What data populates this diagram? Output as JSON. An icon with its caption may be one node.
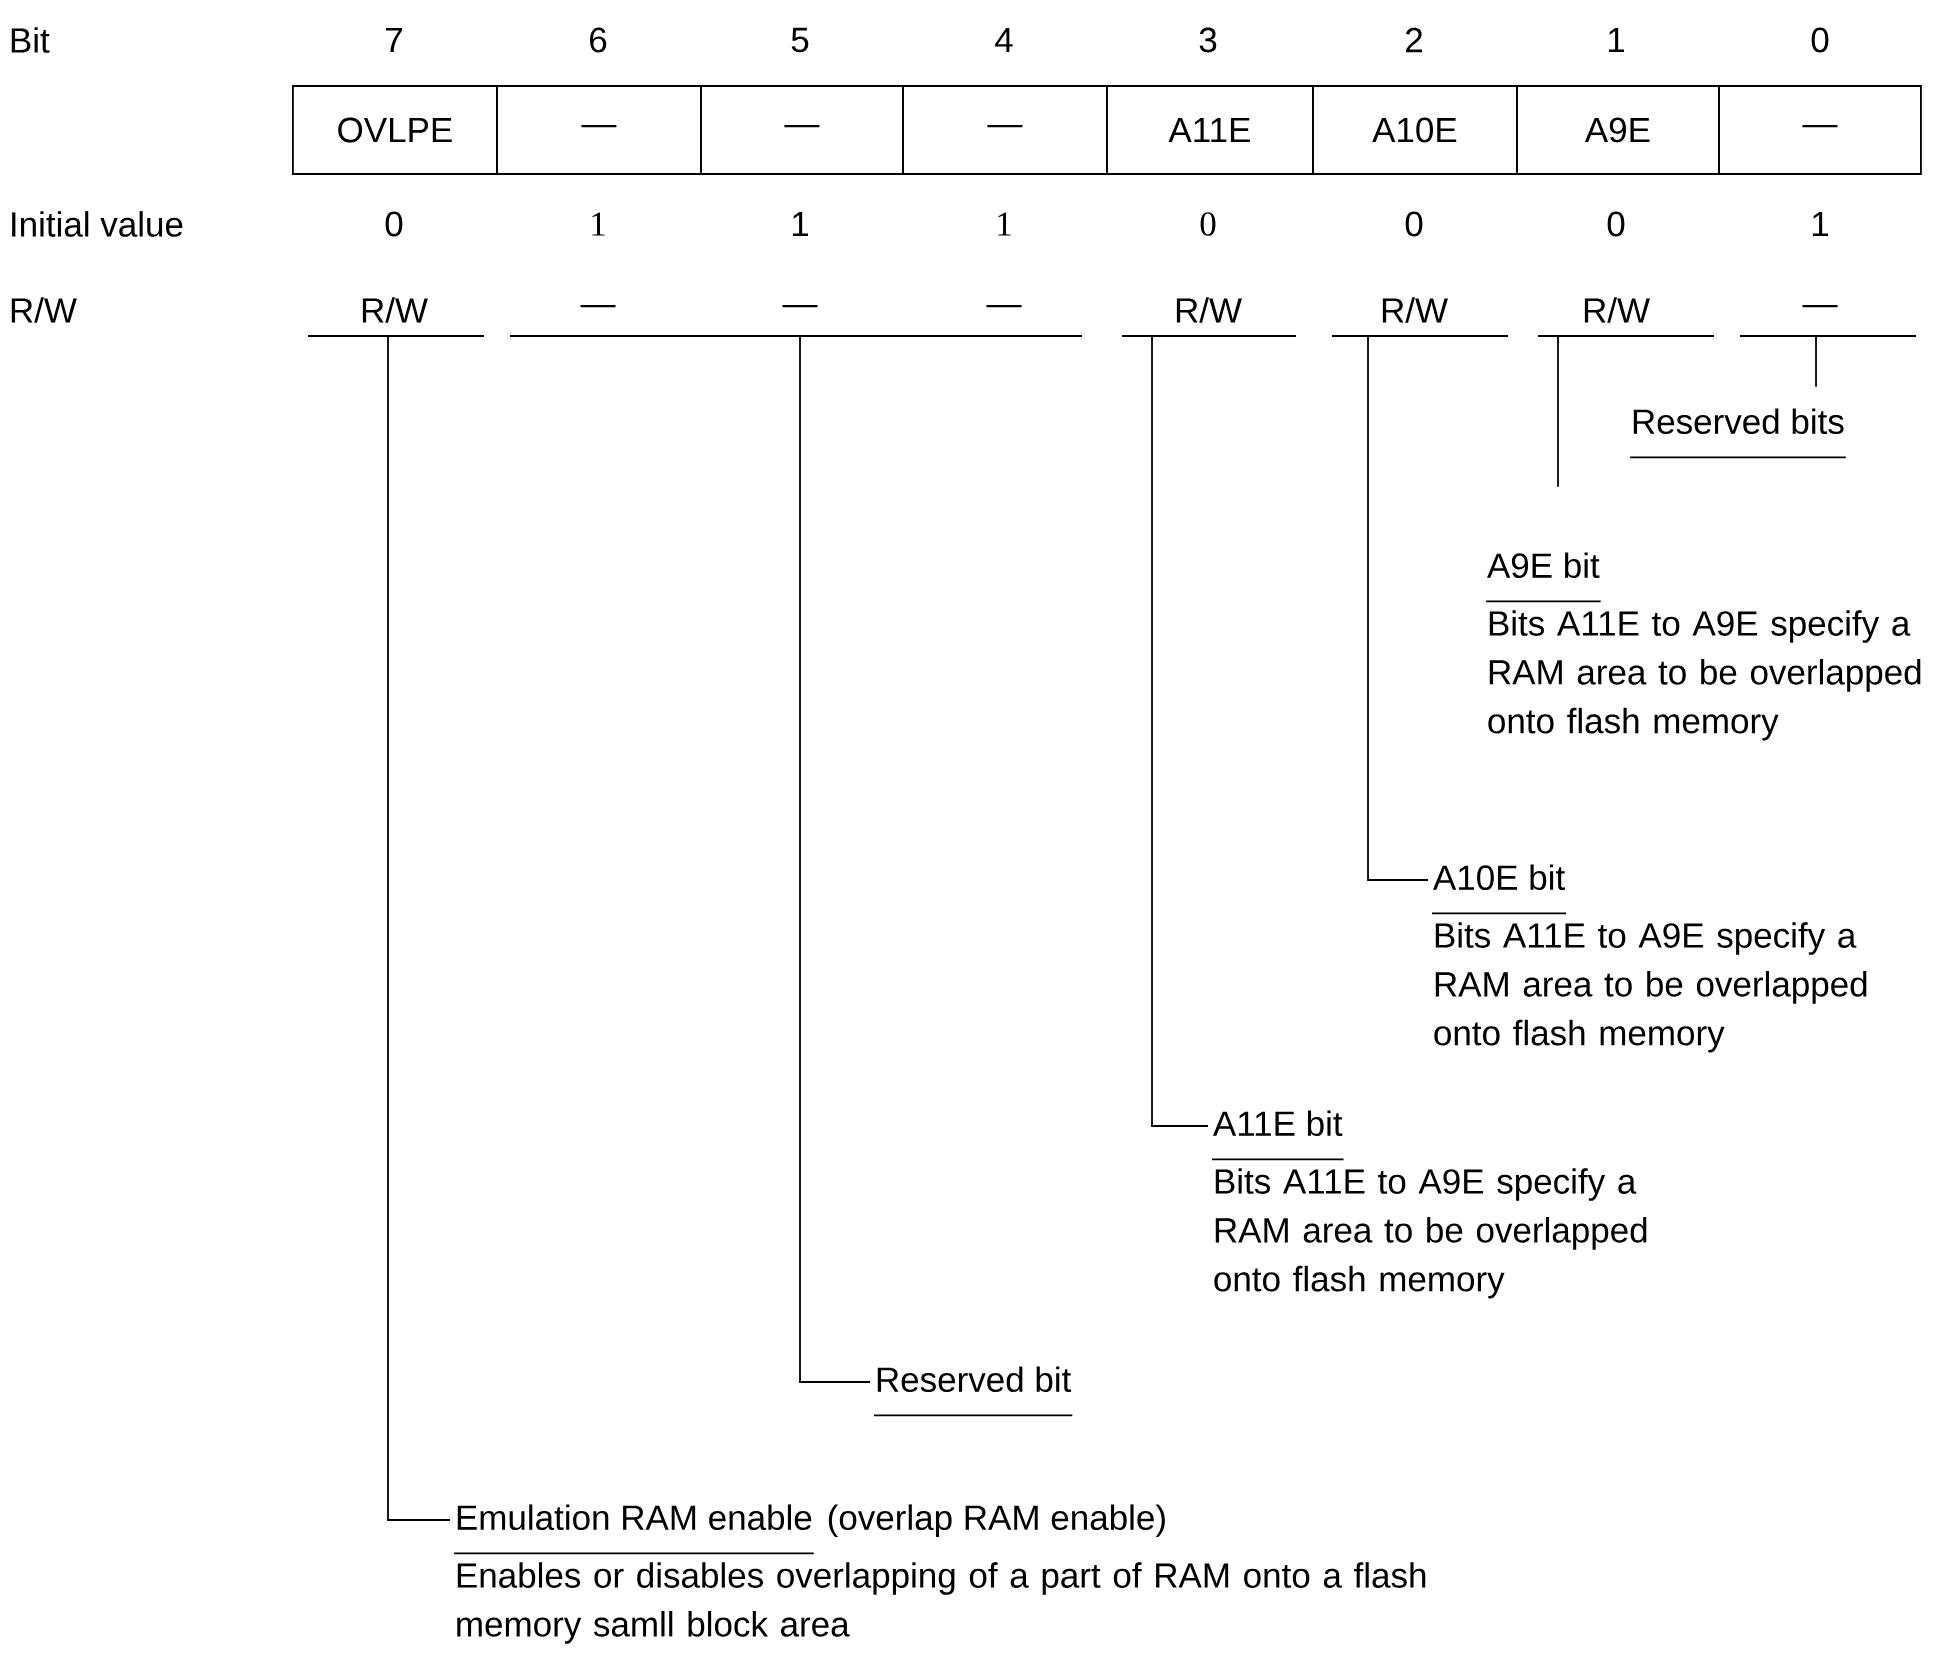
{
  "diagram": {
    "nodes": [
      {
        "text": [
          "OVLPE"
        ]
      },
      {
        "text": [
          "—"
        ]
      },
      {
        "text": [
          "—"
        ]
      },
      {
        "text": [
          "—"
        ]
      },
      {
        "text": [
          "A11E"
        ]
      },
      {
        "text": [
          "A10E"
        ]
      },
      {
        "text": [
          "A9E"
        ]
      },
      {
        "text": [
          "—"
        ]
      },
      {
        "text": [
          "R/W"
        ]
      },
      {
        "text": [
          "—",
          "—",
          "—"
        ]
      },
      {
        "text": [
          "R/W"
        ]
      },
      {
        "text": [
          "R/W"
        ]
      },
      {
        "text": [
          "R/W"
        ]
      },
      {
        "text": [
          "—"
        ]
      },
      {
        "text": [
          "Reserved bits"
        ]
      },
      {
        "text": [
          "A9E bit",
          "Bits A11E to A9E specify a RAM area to be overlapped onto flash memory"
        ]
      },
      {
        "text": [
          "A10E bit",
          "Bits A11E to A9E specify a RAM area to be overlapped onto flash memory"
        ]
      },
      {
        "text": [
          "A11E bit",
          "Bits A11E to A9E specify a RAM area to be overlapped onto flash memory"
        ]
      },
      {
        "text": [
          "Reserved bit"
        ]
      },
      {
        "text": [
          "Emulation RAM enable",
          "(overlap RAM enable)",
          "Enables or disables overlapping of a part of RAM onto a flash memory samll block area"
        ]
      }
    ],
    "edges": [
      {
        "from": 14,
        "to": 13,
        "arrow": "none"
      },
      {
        "from": 15,
        "to": 12,
        "arrow": "none"
      },
      {
        "from": 16,
        "to": 11,
        "arrow": "none"
      },
      {
        "from": 17,
        "to": 10,
        "arrow": "none"
      },
      {
        "from": 18,
        "to": 9,
        "arrow": "none"
      },
      {
        "from": 19,
        "to": 8,
        "arrow": "none"
      }
    ],
    "labels": [
      "Bit",
      "7",
      "6",
      "5",
      "4",
      "3",
      "2",
      "1",
      "0",
      "Initial value",
      "0",
      "1",
      "1",
      "1",
      "0",
      "0",
      "0",
      "1",
      "R/W"
    ]
  }
}
